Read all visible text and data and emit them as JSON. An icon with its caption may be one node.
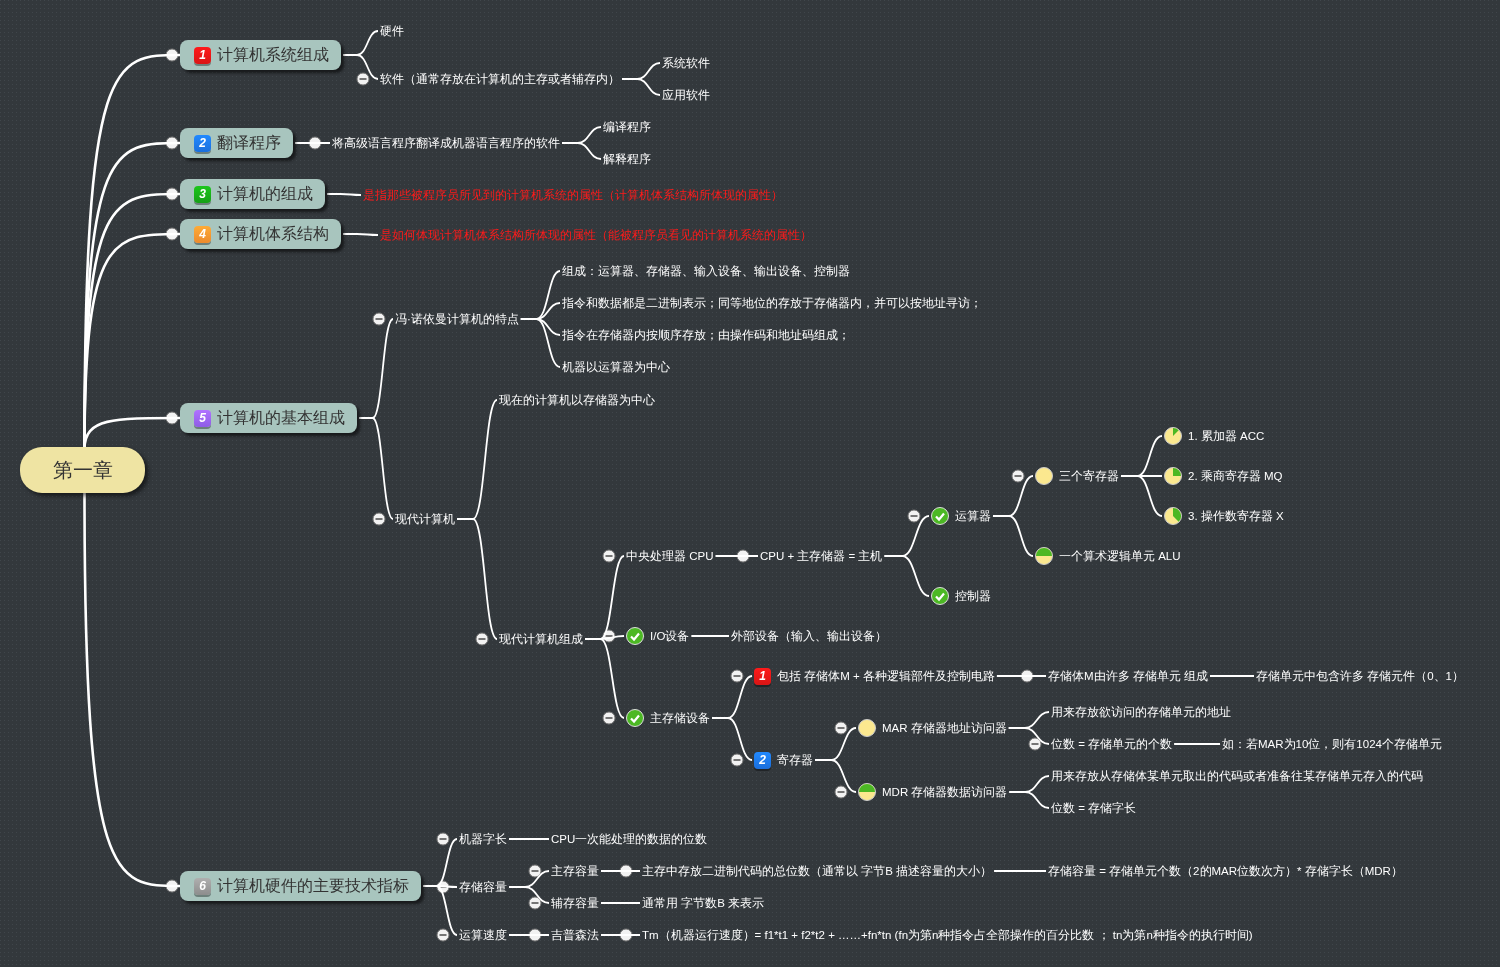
{
  "diagram": {
    "nodes": [
      {
        "text": [
          "第一章"
        ]
      },
      {
        "text": [
          "1",
          "计算机系统组成"
        ]
      },
      {
        "text": [
          "硬件"
        ]
      },
      {
        "text": [
          "软件（通常存放在计算机的主存或者辅存内）"
        ]
      },
      {
        "text": [
          "系统软件"
        ]
      },
      {
        "text": [
          "应用软件"
        ]
      },
      {
        "text": [
          "2",
          "翻译程序"
        ]
      },
      {
        "text": [
          "将高级语言程序翻译成机器语言程序的软件"
        ]
      },
      {
        "text": [
          "编译程序"
        ]
      },
      {
        "text": [
          "解释程序"
        ]
      },
      {
        "text": [
          "3",
          "计算机的组成"
        ]
      },
      {
        "text": [
          "是指那些被程序员所见到的计算机系统的属性（计算机体系结构所体现的属性）"
        ]
      },
      {
        "text": [
          "4",
          "计算机体系结构"
        ]
      },
      {
        "text": [
          "是如何体现计算机体系结构所体现的属性（能被程序员看见的计算机系统的属性）"
        ]
      },
      {
        "text": [
          "5",
          "计算机的基本组成"
        ]
      },
      {
        "text": [
          "冯·诺依曼计算机的特点"
        ]
      },
      {
        "text": [
          "组成：运算器、存储器、输入设备、输出设备、控制器"
        ]
      },
      {
        "text": [
          "指令和数据都是二进制表示；同等地位的存放于存储器内，并可以按地址寻访；"
        ]
      },
      {
        "text": [
          "指令在存储器内按顺序存放；由操作码和地址码组成；"
        ]
      },
      {
        "text": [
          "机器以运算器为中心"
        ]
      },
      {
        "text": [
          "现代计算机"
        ]
      },
      {
        "text": [
          "现在的计算机以存储器为中心"
        ]
      },
      {
        "text": [
          "现代计算机组成"
        ]
      },
      {
        "text": [
          "中央处理器 CPU"
        ]
      },
      {
        "text": [
          "CPU + 主存储器 = 主机"
        ]
      },
      {
        "text": [
          "运算器"
        ]
      },
      {
        "text": [
          "控制器"
        ]
      },
      {
        "text": [
          "三个寄存器"
        ]
      },
      {
        "text": [
          "一个算术逻辑单元 ALU"
        ]
      },
      {
        "text": [
          "1. 累加器 ACC"
        ]
      },
      {
        "text": [
          "2. 乘商寄存器 MQ"
        ]
      },
      {
        "text": [
          "3. 操作数寄存器 X"
        ]
      },
      {
        "text": [
          "I/O设备"
        ]
      },
      {
        "text": [
          "外部设备（输入、输出设备）"
        ]
      },
      {
        "text": [
          "主存储设备"
        ]
      },
      {
        "text": [
          "1",
          "包括 存储体M + 各种逻辑部件及控制电路"
        ]
      },
      {
        "text": [
          "存储体M由许多 存储单元 组成"
        ]
      },
      {
        "text": [
          "存储单元中包含许多 存储元件（0、1）"
        ]
      },
      {
        "text": [
          "2",
          "寄存器"
        ]
      },
      {
        "text": [
          "MAR 存储器地址访问器"
        ]
      },
      {
        "text": [
          "MDR 存储器数据访问器"
        ]
      },
      {
        "text": [
          "用来存放欲访问的存储单元的地址"
        ]
      },
      {
        "text": [
          "位数 = 存储单元的个数"
        ]
      },
      {
        "text": [
          "如：若MAR为10位，则有1024个存储单元"
        ]
      },
      {
        "text": [
          "用来存放从存储体某单元取出的代码或者准备往某存储单元存入的代码"
        ]
      },
      {
        "text": [
          "位数 = 存储字长"
        ]
      },
      {
        "text": [
          "6",
          "计算机硬件的主要技术指标"
        ]
      },
      {
        "text": [
          "机器字长"
        ]
      },
      {
        "text": [
          "CPU一次能处理的数据的位数"
        ]
      },
      {
        "text": [
          "存储容量"
        ]
      },
      {
        "text": [
          "主存容量"
        ]
      },
      {
        "text": [
          "主存中存放二进制代码的总位数（通常以 字节B 描述容量的大小）"
        ]
      },
      {
        "text": [
          "存储容量 = 存储单元个数（2的MAR位数次方）* 存储字长（MDR）"
        ]
      },
      {
        "text": [
          "辅存容量"
        ]
      },
      {
        "text": [
          "通常用 字节数B 来表示"
        ]
      },
      {
        "text": [
          "运算速度"
        ]
      },
      {
        "text": [
          "吉普森法"
        ]
      },
      {
        "text": [
          "Tm（机器运行速度）= f1*t1 + f2*t2 + ……+fn*tn (fn为第n种指令占全部操作的百分比数 ； tn为第n种指令的执行时间)"
        ]
      }
    ],
    "edges": [
      {
        "from": 0,
        "to": 1,
        "arrow": "none"
      },
      {
        "from": 1,
        "to": 2,
        "arrow": "none"
      },
      {
        "from": 1,
        "to": 3,
        "arrow": "none"
      },
      {
        "from": 3,
        "to": 4,
        "arrow": "none"
      },
      {
        "from": 3,
        "to": 5,
        "arrow": "none"
      },
      {
        "from": 0,
        "to": 6,
        "arrow": "none"
      },
      {
        "from": 6,
        "to": 7,
        "arrow": "none"
      },
      {
        "from": 7,
        "to": 8,
        "arrow": "none"
      },
      {
        "from": 7,
        "to": 9,
        "arrow": "none"
      },
      {
        "from": 0,
        "to": 10,
        "arrow": "none"
      },
      {
        "from": 10,
        "to": 11,
        "arrow": "none"
      },
      {
        "from": 0,
        "to": 12,
        "arrow": "none"
      },
      {
        "from": 12,
        "to": 13,
        "arrow": "none"
      },
      {
        "from": 0,
        "to": 14,
        "arrow": "none"
      },
      {
        "from": 14,
        "to": 15,
        "arrow": "none"
      },
      {
        "from": 15,
        "to": 16,
        "arrow": "none"
      },
      {
        "from": 15,
        "to": 17,
        "arrow": "none"
      },
      {
        "from": 15,
        "to": 18,
        "arrow": "none"
      },
      {
        "from": 15,
        "to": 19,
        "arrow": "none"
      },
      {
        "from": 14,
        "to": 20,
        "arrow": "none"
      },
      {
        "from": 20,
        "to": 21,
        "arrow": "none"
      },
      {
        "from": 20,
        "to": 22,
        "arrow": "none"
      },
      {
        "from": 22,
        "to": 23,
        "arrow": "none"
      },
      {
        "from": 23,
        "to": 24,
        "arrow": "none"
      },
      {
        "from": 24,
        "to": 25,
        "arrow": "none"
      },
      {
        "from": 24,
        "to": 26,
        "arrow": "none"
      },
      {
        "from": 25,
        "to": 27,
        "arrow": "none"
      },
      {
        "from": 25,
        "to": 28,
        "arrow": "none"
      },
      {
        "from": 27,
        "to": 29,
        "arrow": "none"
      },
      {
        "from": 27,
        "to": 30,
        "arrow": "none"
      },
      {
        "from": 27,
        "to": 31,
        "arrow": "none"
      },
      {
        "from": 22,
        "to": 32,
        "arrow": "none"
      },
      {
        "from": 32,
        "to": 33,
        "arrow": "none"
      },
      {
        "from": 22,
        "to": 34,
        "arrow": "none"
      },
      {
        "from": 34,
        "to": 35,
        "arrow": "none"
      },
      {
        "from": 35,
        "to": 36,
        "arrow": "none"
      },
      {
        "from": 36,
        "to": 37,
        "arrow": "none"
      },
      {
        "from": 34,
        "to": 38,
        "arrow": "none"
      },
      {
        "from": 38,
        "to": 39,
        "arrow": "none"
      },
      {
        "from": 39,
        "to": 41,
        "arrow": "none"
      },
      {
        "from": 39,
        "to": 42,
        "arrow": "none"
      },
      {
        "from": 42,
        "to": 43,
        "arrow": "none"
      },
      {
        "from": 38,
        "to": 40,
        "arrow": "none"
      },
      {
        "from": 40,
        "to": 44,
        "arrow": "none"
      },
      {
        "from": 40,
        "to": 45,
        "arrow": "none"
      },
      {
        "from": 0,
        "to": 46,
        "arrow": "none"
      },
      {
        "from": 46,
        "to": 47,
        "arrow": "none"
      },
      {
        "from": 47,
        "to": 48,
        "arrow": "none"
      },
      {
        "from": 46,
        "to": 49,
        "arrow": "none"
      },
      {
        "from": 49,
        "to": 50,
        "arrow": "none"
      },
      {
        "from": 50,
        "to": 51,
        "arrow": "none"
      },
      {
        "from": 51,
        "to": 52,
        "arrow": "none"
      },
      {
        "from": 49,
        "to": 53,
        "arrow": "none"
      },
      {
        "from": 53,
        "to": 54,
        "arrow": "none"
      },
      {
        "from": 46,
        "to": 55,
        "arrow": "none"
      },
      {
        "from": 55,
        "to": 56,
        "arrow": "none"
      },
      {
        "from": 56,
        "to": 57,
        "arrow": "none"
      }
    ]
  }
}
